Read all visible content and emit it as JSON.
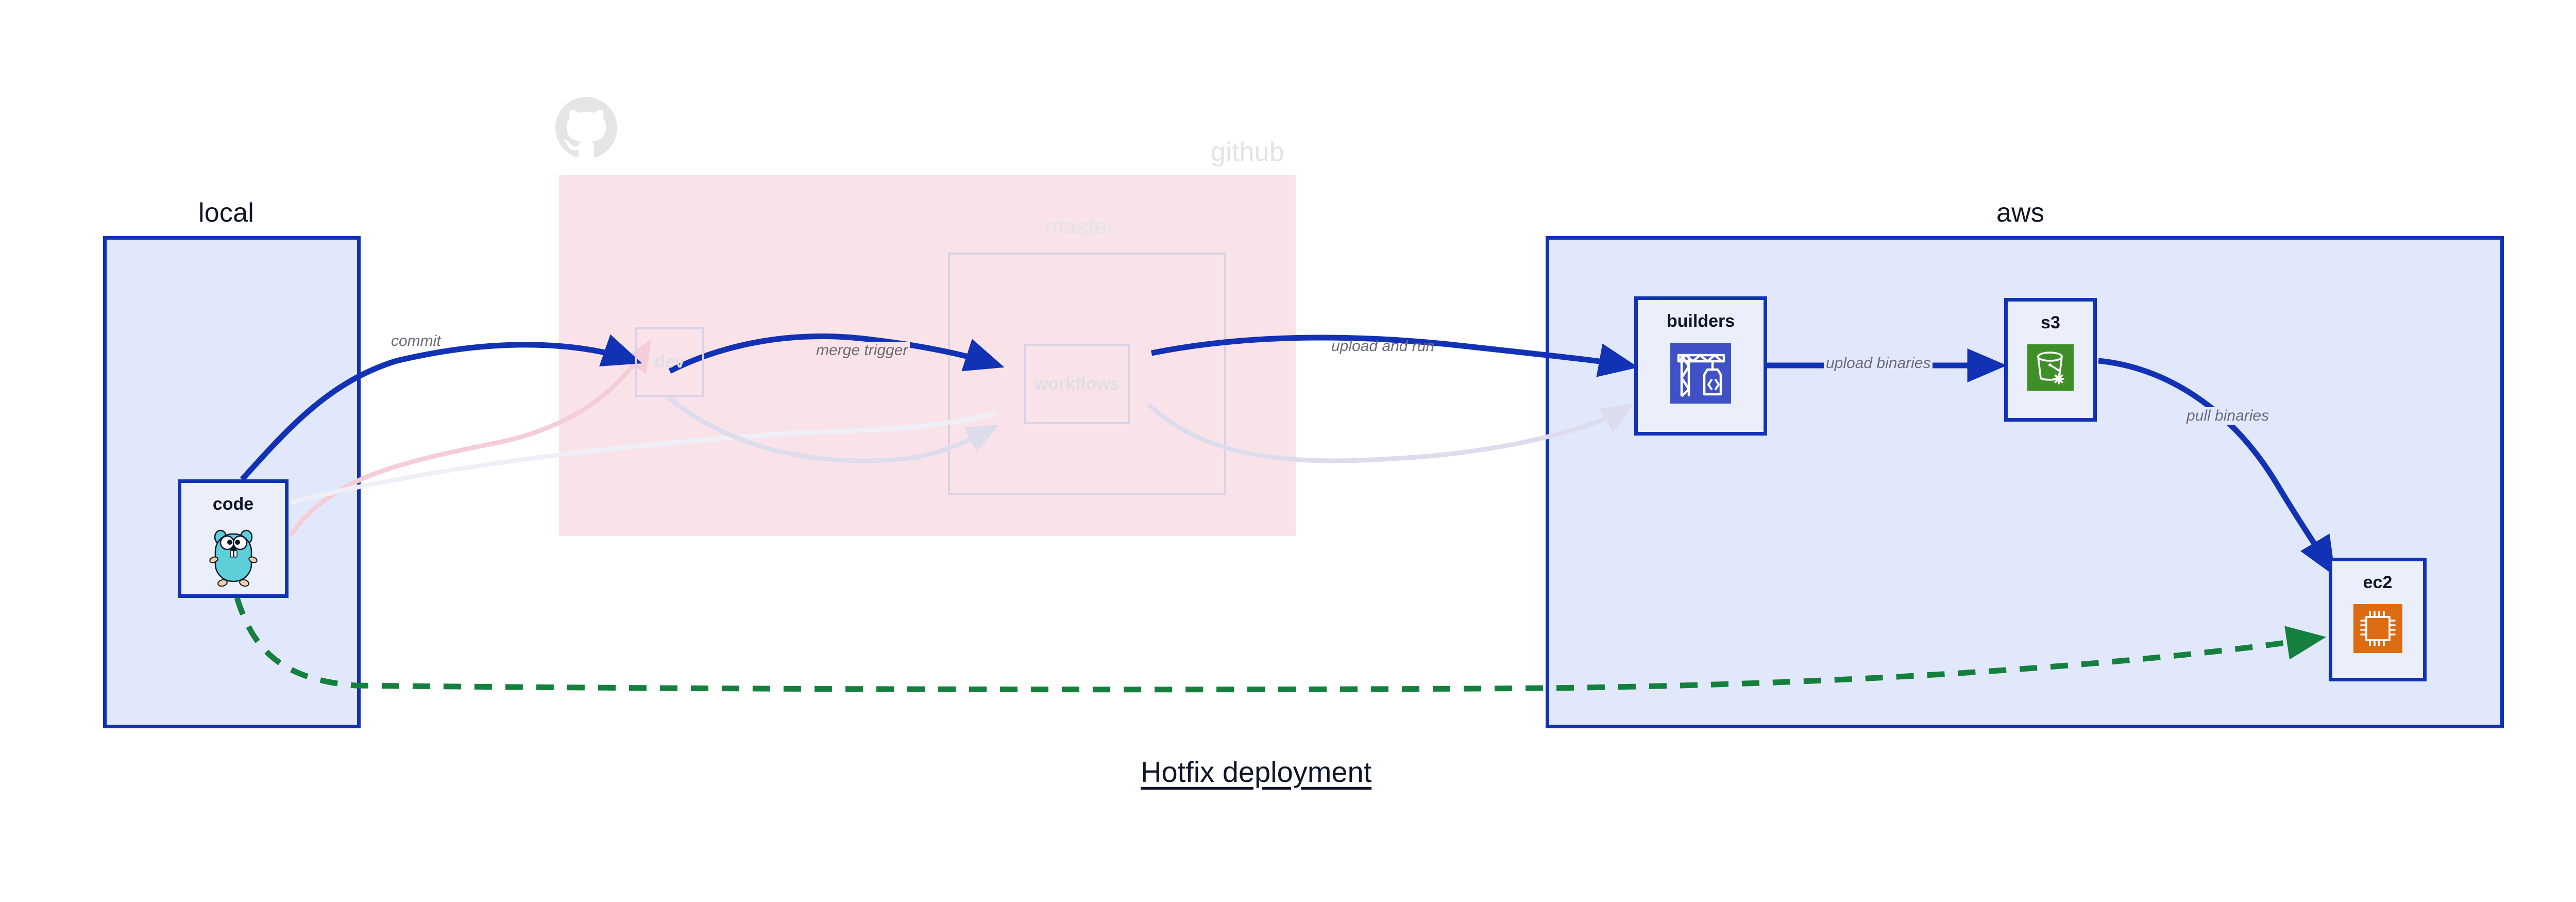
{
  "diagram": {
    "title": "Hotfix deployment",
    "colors": {
      "primary_blue": "#1232b5",
      "group_blue_fill": "#e2e8fb",
      "node_fill": "#eaeffb",
      "github_pink": "#f9e3e9",
      "ghost_border": "#d9d2e6",
      "ghost_text": "#e0dde6",
      "green_dashed": "#15803d",
      "label_gray": "#6b6b76",
      "title_dark": "#0f1428",
      "builders_icon_bg": "#3f51c4",
      "s3_icon_bg": "#3f8f29",
      "ec2_icon_bg": "#dd6b11",
      "gopher_body": "#5ccfd8"
    }
  },
  "groups": [
    {
      "id": "local",
      "title": "local",
      "faded": false
    },
    {
      "id": "github",
      "title": "github",
      "faded": true
    },
    {
      "id": "master",
      "title": "master",
      "faded": true
    },
    {
      "id": "aws",
      "title": "aws",
      "faded": false
    }
  ],
  "nodes": [
    {
      "id": "code",
      "label": "code",
      "icon": "go-gopher-icon",
      "ghost": false
    },
    {
      "id": "dev",
      "label": "dev",
      "icon": "none",
      "ghost": true
    },
    {
      "id": "workflows",
      "label": "workflows",
      "icon": "none",
      "ghost": true
    },
    {
      "id": "builders",
      "label": "builders",
      "icon": "aws-codebuild-icon",
      "ghost": false
    },
    {
      "id": "s3",
      "label": "s3",
      "icon": "aws-s3-icon",
      "ghost": false
    },
    {
      "id": "ec2",
      "label": "ec2",
      "icon": "aws-ec2-icon",
      "ghost": false
    }
  ],
  "edges": [
    {
      "id": "commit",
      "label": "commit",
      "from": "code",
      "to": "dev",
      "style": "solid-blue"
    },
    {
      "id": "merge-trigger",
      "label": "merge trigger",
      "from": "dev",
      "to": "workflows",
      "style": "solid-blue"
    },
    {
      "id": "upload-and-run",
      "label": "upload and run",
      "from": "workflows",
      "to": "builders",
      "style": "solid-blue"
    },
    {
      "id": "upload-binaries",
      "label": "upload binaries",
      "from": "builders",
      "to": "s3",
      "style": "solid-blue"
    },
    {
      "id": "pull-binaries",
      "label": "pull binaries",
      "from": "s3",
      "to": "ec2",
      "style": "solid-blue"
    },
    {
      "id": "hotfix-direct",
      "label": "",
      "from": "code",
      "to": "ec2",
      "style": "dashed-green"
    }
  ]
}
